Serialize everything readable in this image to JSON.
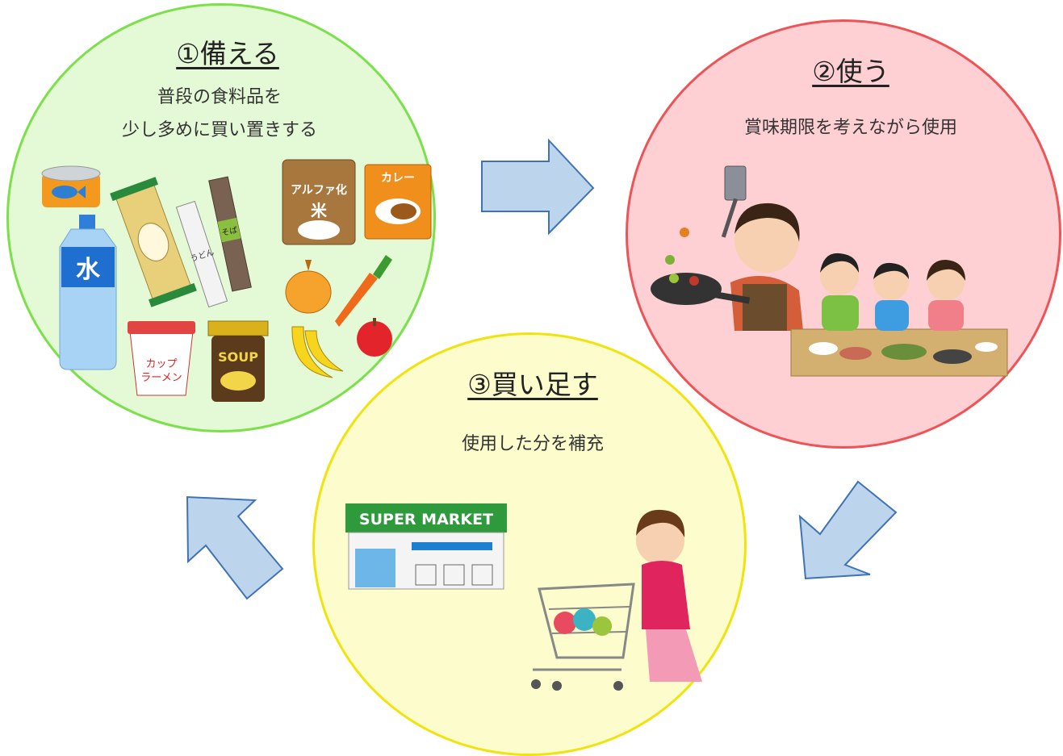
{
  "steps": [
    {
      "title": "①備える",
      "desc_line1": "普段の食料品を",
      "desc_line2": "少し多めに買い置きする"
    },
    {
      "title": "②使う",
      "desc": "賞味期限を考えながら使用"
    },
    {
      "title": "③買い足す",
      "desc": "使用した分を補充"
    }
  ],
  "illustration_text": {
    "water": "水",
    "udon": "うどん",
    "soba": "そば",
    "alpha_rice_1": "アルファ化",
    "alpha_rice_2": "米",
    "curry": "カレー",
    "cup_noodle_1": "カップ",
    "cup_noodle_2": "ラーメン",
    "soup": "SOUP",
    "supermarket": "SUPER MARKET"
  },
  "colors": {
    "step1_fill": "#e4f9d6",
    "step1_border": "#7be04a",
    "step2_fill": "#ffd0d3",
    "step2_border": "#ee5356",
    "step3_fill": "#fcfccd",
    "step3_border": "#f0e30e",
    "arrow_fill": "#bcd4ec",
    "arrow_stroke": "#3f73b3"
  }
}
